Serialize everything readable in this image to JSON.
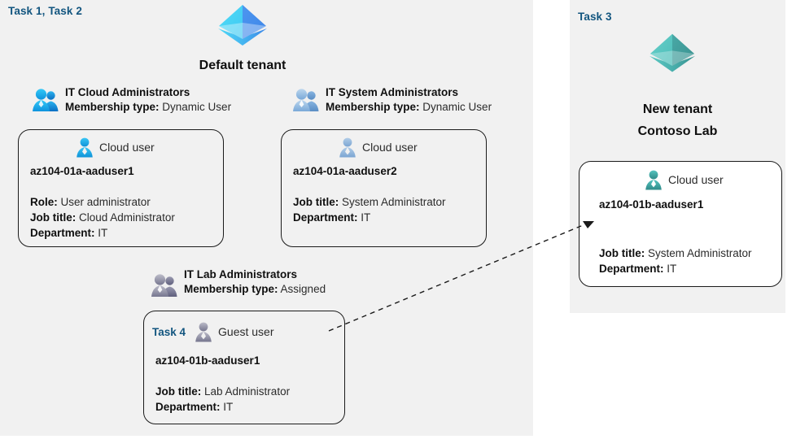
{
  "left_panel": {
    "task_label": "Task 1, Task 2",
    "tenant": {
      "icon": "azure-ad-tenant-icon",
      "title": "Default tenant",
      "color": "#3fb8f0"
    },
    "groups": [
      {
        "icon": "group-users-icon",
        "name": "IT Cloud Administrators",
        "membership_label": "Membership type:",
        "membership_value": "Dynamic User",
        "icon_color": "#29b6f2"
      },
      {
        "icon": "group-users-icon",
        "name": "IT System Administrators",
        "membership_label": "Membership type:",
        "membership_value": "Dynamic User",
        "icon_color": "#94bce0"
      },
      {
        "icon": "group-users-icon",
        "name": "IT Lab Administrators",
        "membership_label": "Membership type:",
        "membership_value": "Assigned",
        "icon_color": "#8f8fa8"
      }
    ],
    "cards": [
      {
        "task": "",
        "user_icon": "cloud-user-icon",
        "user_type": "Cloud user",
        "icon_color": "#29b6f2",
        "upn": "az104-01a-aaduser1",
        "attributes": [
          {
            "label": "Role:",
            "value": "User administrator"
          },
          {
            "label": "Job title:",
            "value": "Cloud Administrator"
          },
          {
            "label": "Department:",
            "value": "IT"
          }
        ]
      },
      {
        "task": "",
        "user_icon": "cloud-user-icon",
        "user_type": "Cloud user",
        "icon_color": "#94bce0",
        "upn": "az104-01a-aaduser2",
        "attributes": [
          {
            "label": "Job title:",
            "value": "System Administrator"
          },
          {
            "label": "Department:",
            "value": "IT"
          }
        ]
      },
      {
        "task": "Task 4",
        "user_icon": "guest-user-icon",
        "user_type": "Guest user",
        "icon_color": "#8f8fa8",
        "upn": "az104-01b-aaduser1",
        "attributes": [
          {
            "label": "Job title:",
            "value": "Lab Administrator"
          },
          {
            "label": "Department:",
            "value": "IT"
          }
        ]
      }
    ]
  },
  "right_panel": {
    "task_label": "Task 3",
    "tenant": {
      "icon": "azure-ad-tenant-icon",
      "title_line1": "New  tenant",
      "title_line2": "Contoso Lab",
      "color": "#3fa9a6"
    },
    "card": {
      "user_icon": "cloud-user-icon",
      "user_type": "Cloud user",
      "icon_color": "#3fa9a6",
      "upn": "az104-01b-aaduser1",
      "attributes": [
        {
          "label": "Job title:",
          "value": "System Administrator"
        },
        {
          "label": "Department:",
          "value": "IT"
        }
      ]
    }
  },
  "connector": {
    "name": "guest-invite-arrow",
    "style": "dashed",
    "color": "#1b1b1b"
  }
}
